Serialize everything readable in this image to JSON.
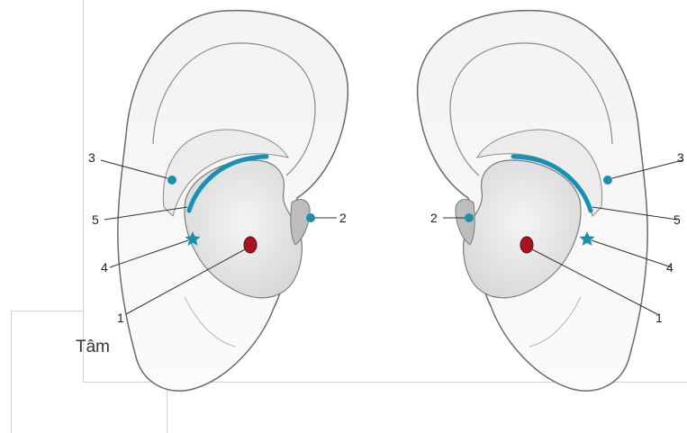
{
  "caption": "Tâm",
  "colors": {
    "marker": "#1a8fb0",
    "arc": "#1690b4",
    "heart_point": "#a8131f",
    "ear_outline": "#6a6a6a",
    "ear_shade": "#e6e6e6"
  },
  "left_ear": {
    "labels": {
      "p1": "1",
      "p2": "2",
      "p3": "3",
      "p4": "4",
      "p5": "5"
    }
  },
  "right_ear": {
    "labels": {
      "p1": "1",
      "p2": "2",
      "p3": "3",
      "p4": "4",
      "p5": "5"
    }
  },
  "icons": {
    "point_4": "star-icon",
    "point_1": "red-dot-icon",
    "points_2_3": "circle-dot-icon",
    "point_5": "arc-line-icon"
  }
}
